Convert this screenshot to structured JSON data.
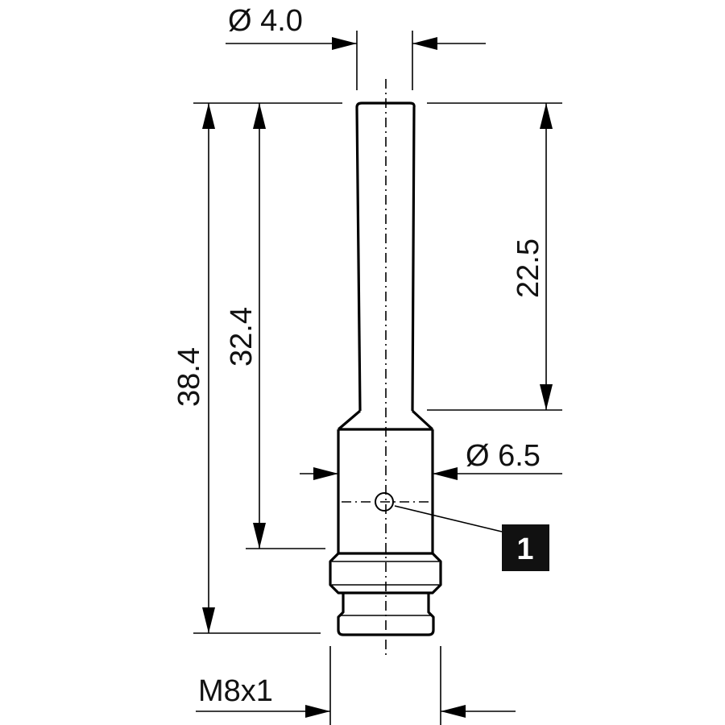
{
  "dimensions": {
    "tip_diameter": "Ø 4.0",
    "body_diameter": "Ø 6.5",
    "overall_length": "38.4",
    "length_to_connector": "32.4",
    "tip_length": "22.5",
    "thread": "M8x1"
  },
  "callout": {
    "number": "1"
  }
}
